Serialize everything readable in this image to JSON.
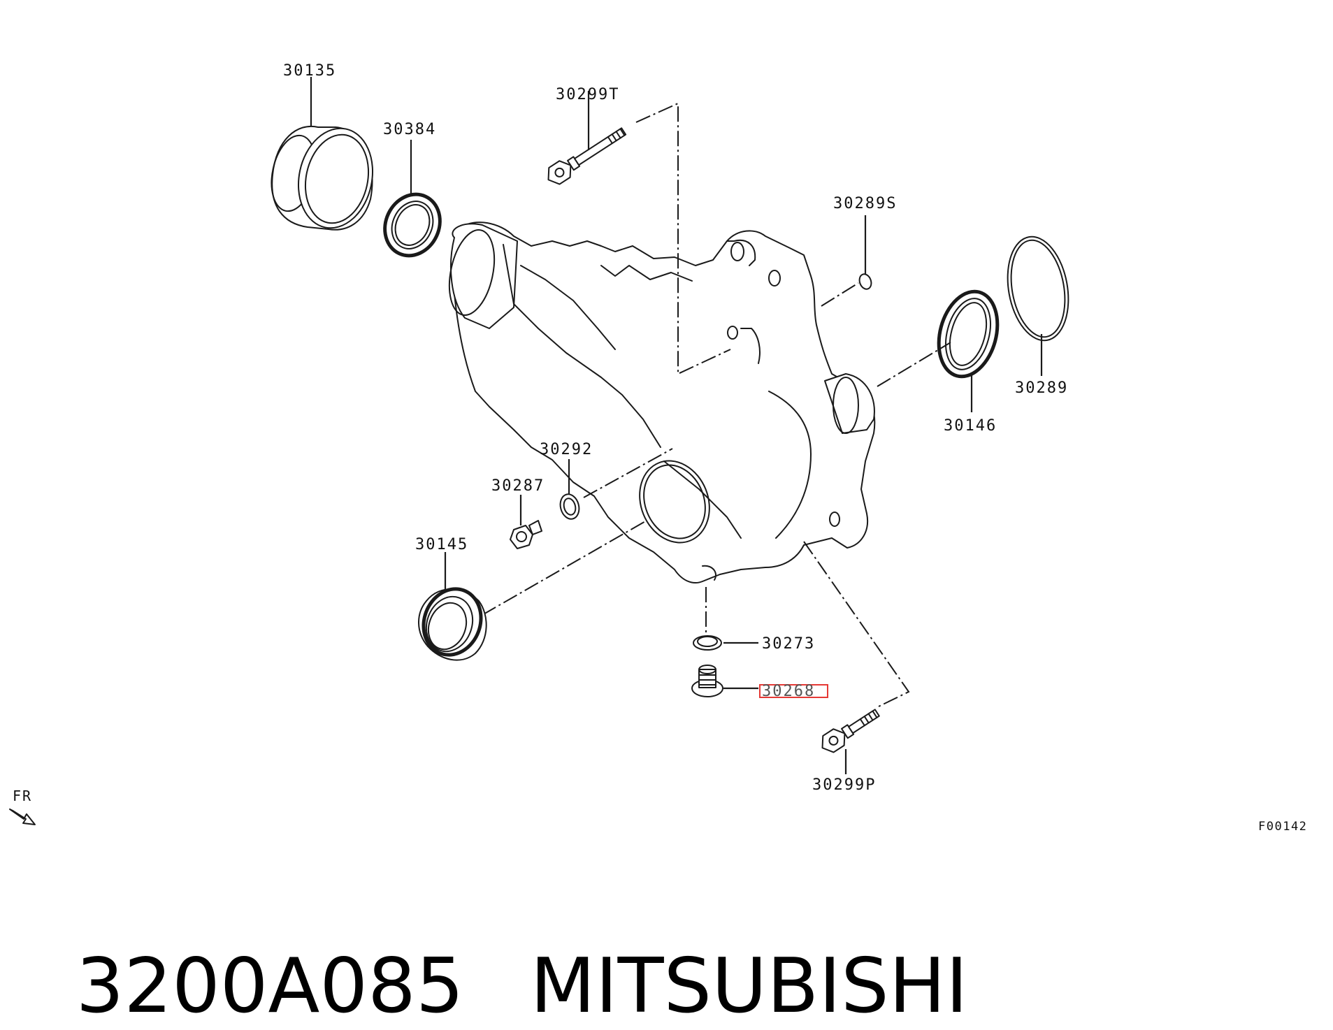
{
  "parts": [
    {
      "label": "30135"
    },
    {
      "label": "30384"
    },
    {
      "label": "30299T"
    },
    {
      "label": "30289S"
    },
    {
      "label": "30289"
    },
    {
      "label": "30146"
    },
    {
      "label": "30292"
    },
    {
      "label": "30287"
    },
    {
      "label": "30145"
    },
    {
      "label": "30273"
    },
    {
      "label": "30268",
      "highlighted": true
    },
    {
      "label": "30299P"
    }
  ],
  "direction_marker": "FR",
  "figure_code": "F00142",
  "caption": {
    "part_number": "3200A085",
    "brand": "MITSUBISHI"
  },
  "colors": {
    "line": "#1a1a1a",
    "highlight": "#e53935",
    "background": "#ffffff"
  }
}
